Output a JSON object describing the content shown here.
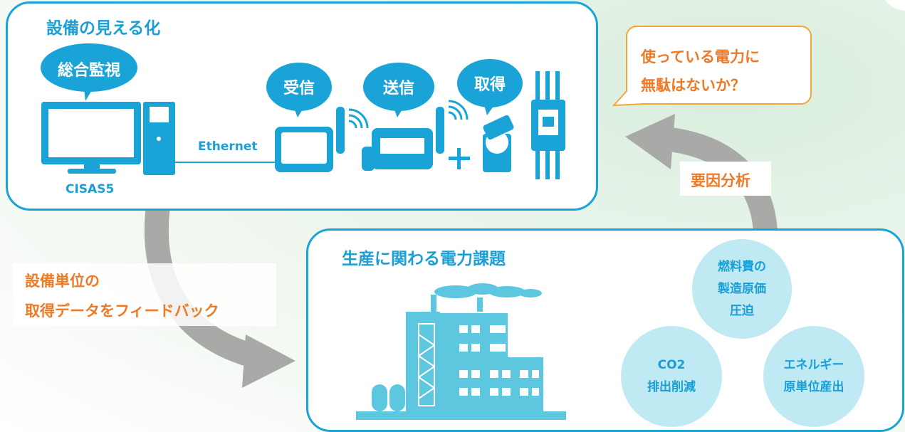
{
  "top_panel": {
    "title": "設備の見える化",
    "monitor_label": "総合監視",
    "software_label": "CISAS5",
    "network_label": "Ethernet",
    "receive_label": "受信",
    "send_label": "送信",
    "acquire_label": "取得"
  },
  "question_bubble": {
    "line1": "使っている電力に",
    "line2": "無駄はないか？"
  },
  "analysis_label": "要因分析",
  "feedback_text": {
    "line1": "設備単位の",
    "line2": "取得データをフィードバック"
  },
  "bottom_panel": {
    "title": "生産に関わる電力課題",
    "circles": [
      {
        "text": "燃料費の\n製造原価\n圧迫"
      },
      {
        "text": "CO2\n排出削減"
      },
      {
        "text": "エネルギー\n原単位産出"
      }
    ]
  },
  "colors": {
    "accent_blue": "#1aa3d6",
    "orange": "#ee7a25",
    "arrow_gray": "#a9aaa8",
    "circle_fill": "#bfe9f3",
    "factory_fill": "#5cc7de"
  }
}
